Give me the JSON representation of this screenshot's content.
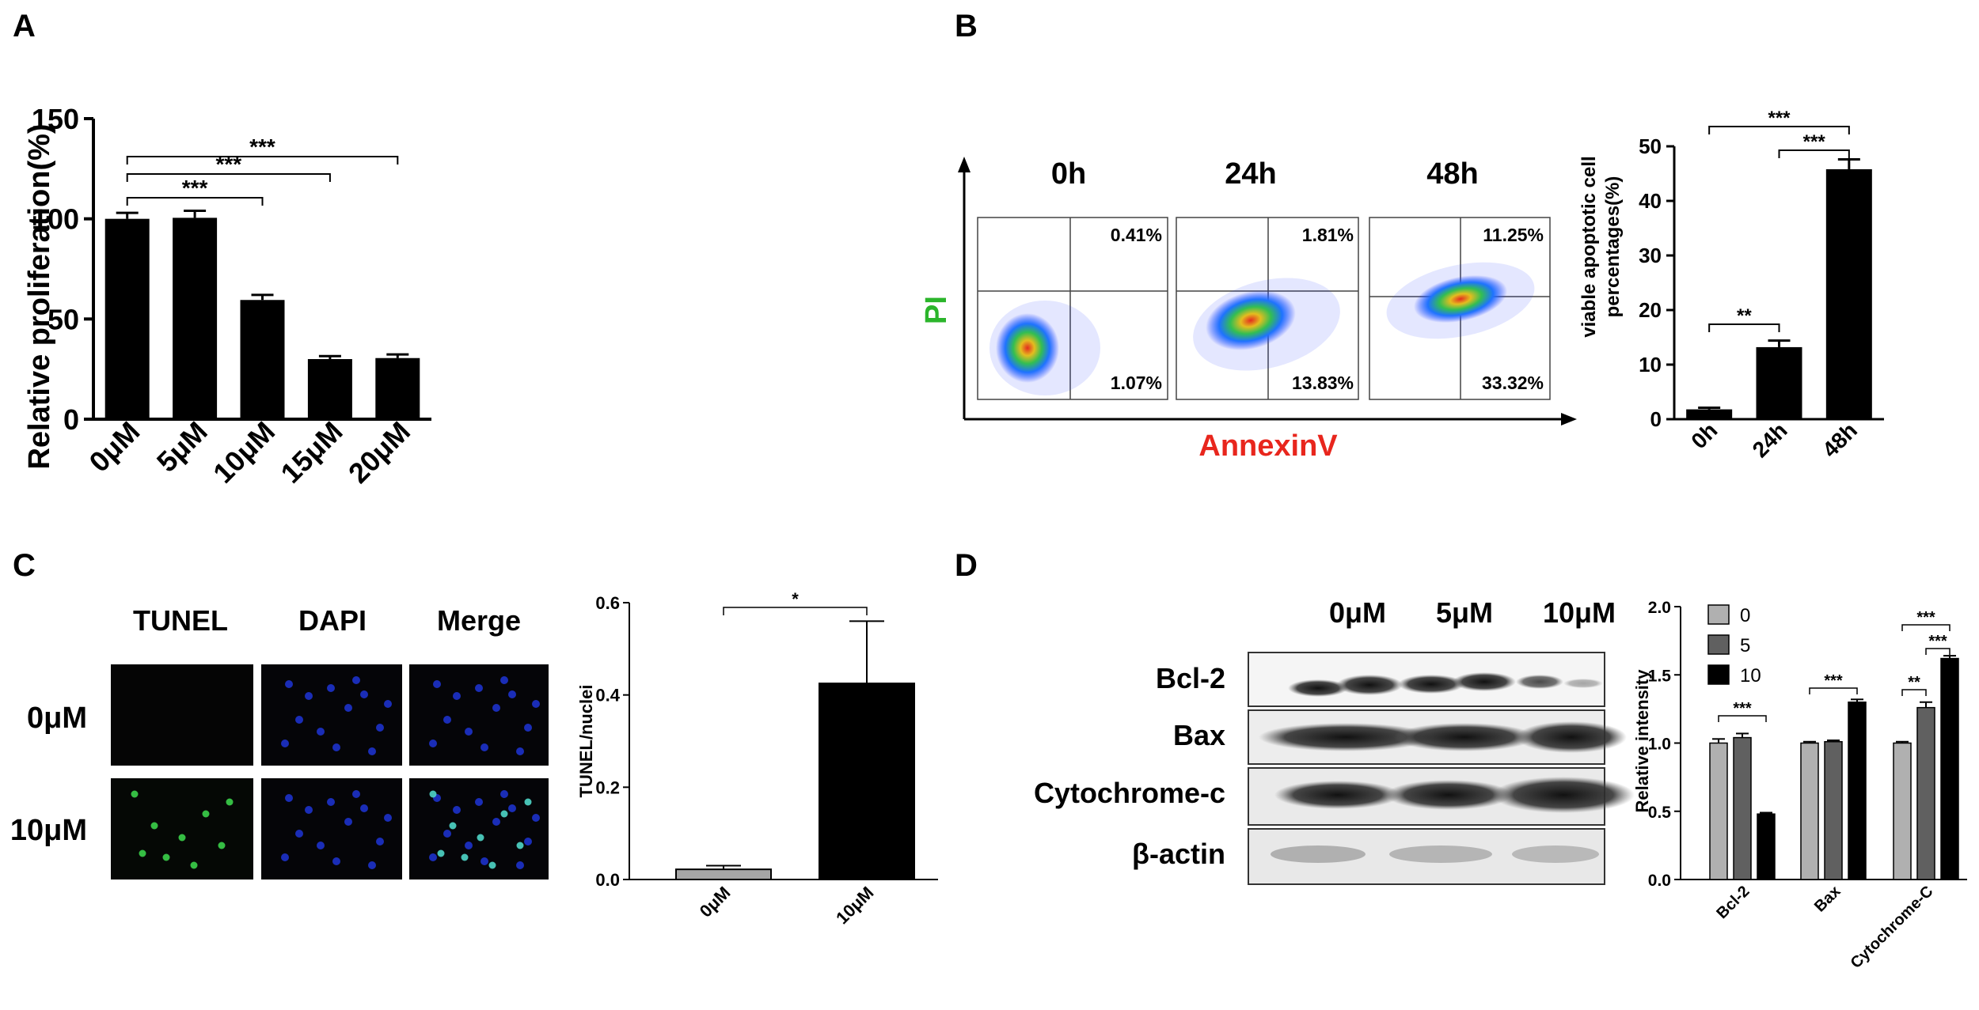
{
  "panels": {
    "A": {
      "letter": "A",
      "chart_data": {
        "type": "bar",
        "categories": [
          "0μM",
          "5μM",
          "10μM",
          "15μM",
          "20μM"
        ],
        "values": [
          100,
          100.5,
          59.5,
          30,
          30.5
        ],
        "errors": [
          3,
          3.5,
          2.5,
          1.5,
          1.8
        ],
        "ylabel": "Relative proliferation(%)",
        "ylim": [
          0,
          150
        ],
        "yticks": [
          "0",
          "50",
          "100",
          "150"
        ],
        "significance": [
          {
            "from": 0,
            "to": 2,
            "label": "***"
          },
          {
            "from": 0,
            "to": 3,
            "label": "***"
          },
          {
            "from": 0,
            "to": 4,
            "label": "***"
          }
        ]
      }
    },
    "B": {
      "letter": "B",
      "flow": {
        "y_axis_label": "PI",
        "x_axis_label": "AnnexinV",
        "plots": [
          {
            "time": "0h",
            "upper_right": "0.41%",
            "lower_right": "1.07%"
          },
          {
            "time": "24h",
            "upper_right": "1.81%",
            "lower_right": "13.83%"
          },
          {
            "time": "48h",
            "upper_right": "11.25%",
            "lower_right": "33.32%"
          }
        ]
      },
      "chart_data": {
        "type": "bar",
        "categories": [
          "0h",
          "24h",
          "48h"
        ],
        "values": [
          1.8,
          13.2,
          45.8
        ],
        "errors": [
          0.3,
          1.2,
          1.8
        ],
        "ylabel": "viable apoptotic cell percentages(%)",
        "ylabel_lines": [
          "viable apoptotic cell",
          "percentages(%)"
        ],
        "ylim": [
          0,
          50
        ],
        "yticks": [
          "0",
          "10",
          "20",
          "30",
          "40",
          "50"
        ],
        "significance": [
          {
            "from": 0,
            "to": 1,
            "label": "**"
          },
          {
            "from": 1,
            "to": 2,
            "label": "***"
          },
          {
            "from": 0,
            "to": 2,
            "label": "***"
          }
        ]
      }
    },
    "C": {
      "letter": "C",
      "image_grid": {
        "columns": [
          "TUNEL",
          "DAPI",
          "Merge"
        ],
        "rows": [
          "0μM",
          "10μM"
        ]
      },
      "chart_data": {
        "type": "bar",
        "categories": [
          "0μM",
          "10μM"
        ],
        "values": [
          0.022,
          0.425
        ],
        "errors": [
          0.008,
          0.135
        ],
        "colors": [
          "#a6a6a6",
          "#000000"
        ],
        "ylabel": "TUNEL/nuclei",
        "ylim": [
          0,
          0.6
        ],
        "yticks": [
          "0.0",
          "0.2",
          "0.4",
          "0.6"
        ],
        "significance": [
          {
            "from": 0,
            "to": 1,
            "label": "*"
          }
        ]
      }
    },
    "D": {
      "letter": "D",
      "blot": {
        "lanes": [
          "0μM",
          "5μM",
          "10μM"
        ],
        "proteins": [
          "Bcl-2",
          "Bax",
          "Cytochrome-c",
          "β-actin"
        ]
      },
      "chart_data": {
        "type": "bar",
        "categories": [
          "Bcl-2",
          "Bax",
          "Cytochrome-C"
        ],
        "series": [
          {
            "name": "0",
            "values": [
              1.0,
              1.0,
              1.0
            ],
            "errors": [
              0.03,
              0.01,
              0.01
            ],
            "color": "#b0b0b0"
          },
          {
            "name": "5",
            "values": [
              1.04,
              1.01,
              1.26
            ],
            "errors": [
              0.03,
              0.01,
              0.04
            ],
            "color": "#606060"
          },
          {
            "name": "10",
            "values": [
              0.48,
              1.3,
              1.62
            ],
            "errors": [
              0.01,
              0.02,
              0.02
            ],
            "color": "#000000"
          }
        ],
        "ylabel": "Relative intensity",
        "ylim": [
          0,
          2.0
        ],
        "yticks": [
          "0.0",
          "0.5",
          "1.0",
          "1.5",
          "2.0"
        ],
        "legend_position": "top-left",
        "significance": [
          {
            "group": 0,
            "from": 0,
            "to": 2,
            "label": "***"
          },
          {
            "group": 1,
            "from": 0,
            "to": 2,
            "label": "***"
          },
          {
            "group": 2,
            "from": 0,
            "to": 1,
            "label": "**"
          },
          {
            "group": 2,
            "from": 1,
            "to": 2,
            "label": "***"
          },
          {
            "group": 2,
            "from": 0,
            "to": 2,
            "label": "***"
          }
        ]
      }
    }
  }
}
